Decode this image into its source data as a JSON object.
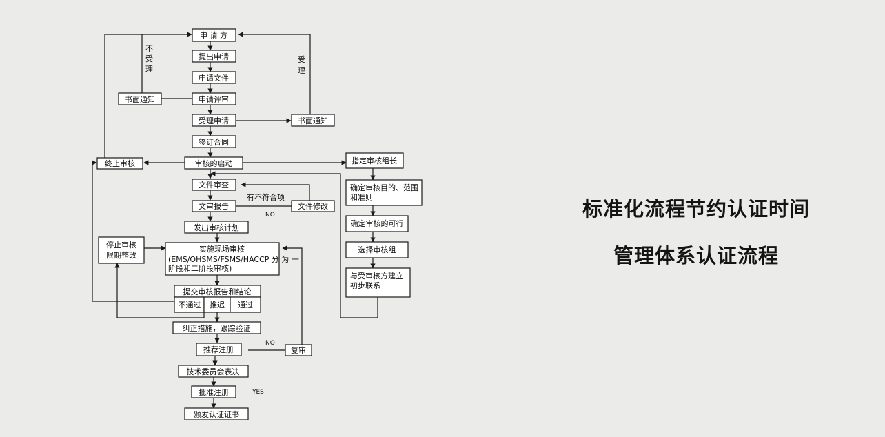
{
  "headline": {
    "title": "标准化流程节约认证时间",
    "subtitle": "管理体系认证流程"
  },
  "flowchart": {
    "nodes": {
      "applicant": "申 请 方",
      "submit": "提出申请",
      "docs": "申请文件",
      "review": "申请评审",
      "accept": "受理申请",
      "contract": "签订合同",
      "start": "审核的启动",
      "doc_review": "文件审查",
      "doc_report": "文审报告",
      "plan": "发出审核计划",
      "onsite_1": "实施现场审核",
      "onsite_2": "(EMS/OHSMS/FSMS/HACCP 分 为 一",
      "onsite_3": "阶段和二阶段审核)",
      "submit_report": "提交审核报告和结论",
      "fail": "不通过",
      "postpone": "推迟",
      "pass": "通过",
      "corrective": "纠正措施，跟踪验证",
      "recommend": "推荐注册",
      "committee": "技术委员会表决",
      "approve": "批准注册",
      "issue": "颁发认证证书",
      "notice_left": "书面通知",
      "notice_right": "书面通知",
      "terminate": "终止审核",
      "suspend_1": "停止审核",
      "suspend_2": "限期整改",
      "doc_revise": "文件修改",
      "re_review": "复审",
      "assign_leader": "指定审核组长",
      "determine_1": "确定审核目的、范围",
      "determine_2": "和准则",
      "feasibility": "确定审核的可行",
      "select_team": "选择审核组",
      "contact_1": "与受审核方建立",
      "contact_2": "初步联系"
    },
    "labels": {
      "not_accepted": [
        "不",
        "受",
        "理"
      ],
      "accepted": [
        "受",
        "理"
      ],
      "nonconforming": "有不符合项",
      "no_1": "NO",
      "no_2": "NO",
      "yes": "YES"
    }
  }
}
